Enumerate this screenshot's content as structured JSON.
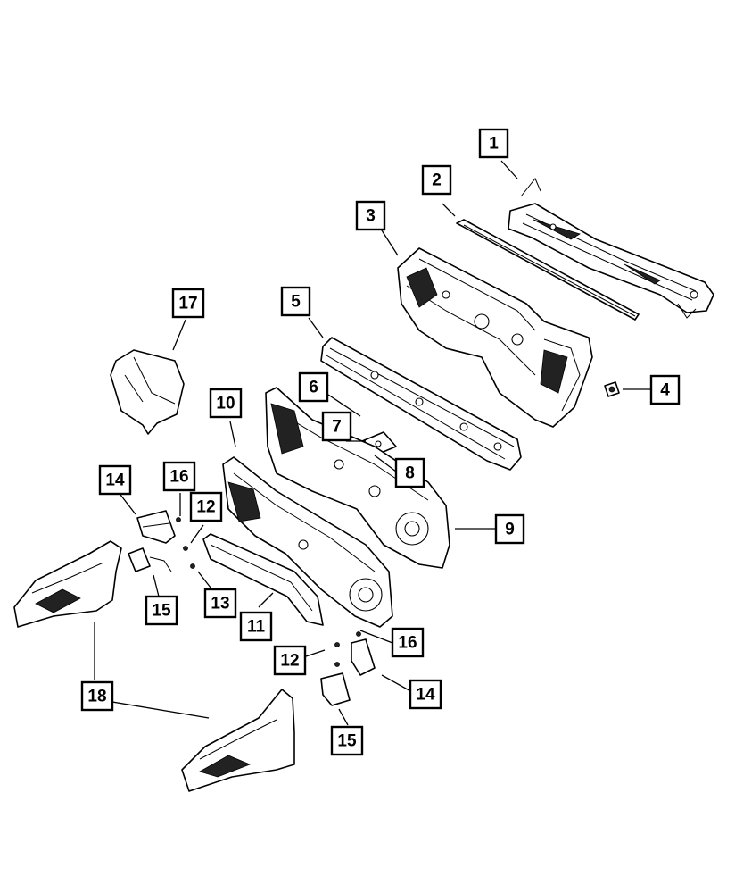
{
  "callouts": [
    {
      "id": "c1",
      "label": "1"
    },
    {
      "id": "c2",
      "label": "2"
    },
    {
      "id": "c3",
      "label": "3"
    },
    {
      "id": "c4",
      "label": "4"
    },
    {
      "id": "c5",
      "label": "5"
    },
    {
      "id": "c6",
      "label": "6"
    },
    {
      "id": "c7",
      "label": "7"
    },
    {
      "id": "c8",
      "label": "8"
    },
    {
      "id": "c9",
      "label": "9"
    },
    {
      "id": "c10",
      "label": "10"
    },
    {
      "id": "c11",
      "label": "11"
    },
    {
      "id": "c12a",
      "label": "12"
    },
    {
      "id": "c12b",
      "label": "12"
    },
    {
      "id": "c13",
      "label": "13"
    },
    {
      "id": "c14a",
      "label": "14"
    },
    {
      "id": "c14b",
      "label": "14"
    },
    {
      "id": "c15a",
      "label": "15"
    },
    {
      "id": "c15b",
      "label": "15"
    },
    {
      "id": "c16a",
      "label": "16"
    },
    {
      "id": "c16b",
      "label": "16"
    },
    {
      "id": "c17",
      "label": "17"
    },
    {
      "id": "c18",
      "label": "18"
    }
  ]
}
